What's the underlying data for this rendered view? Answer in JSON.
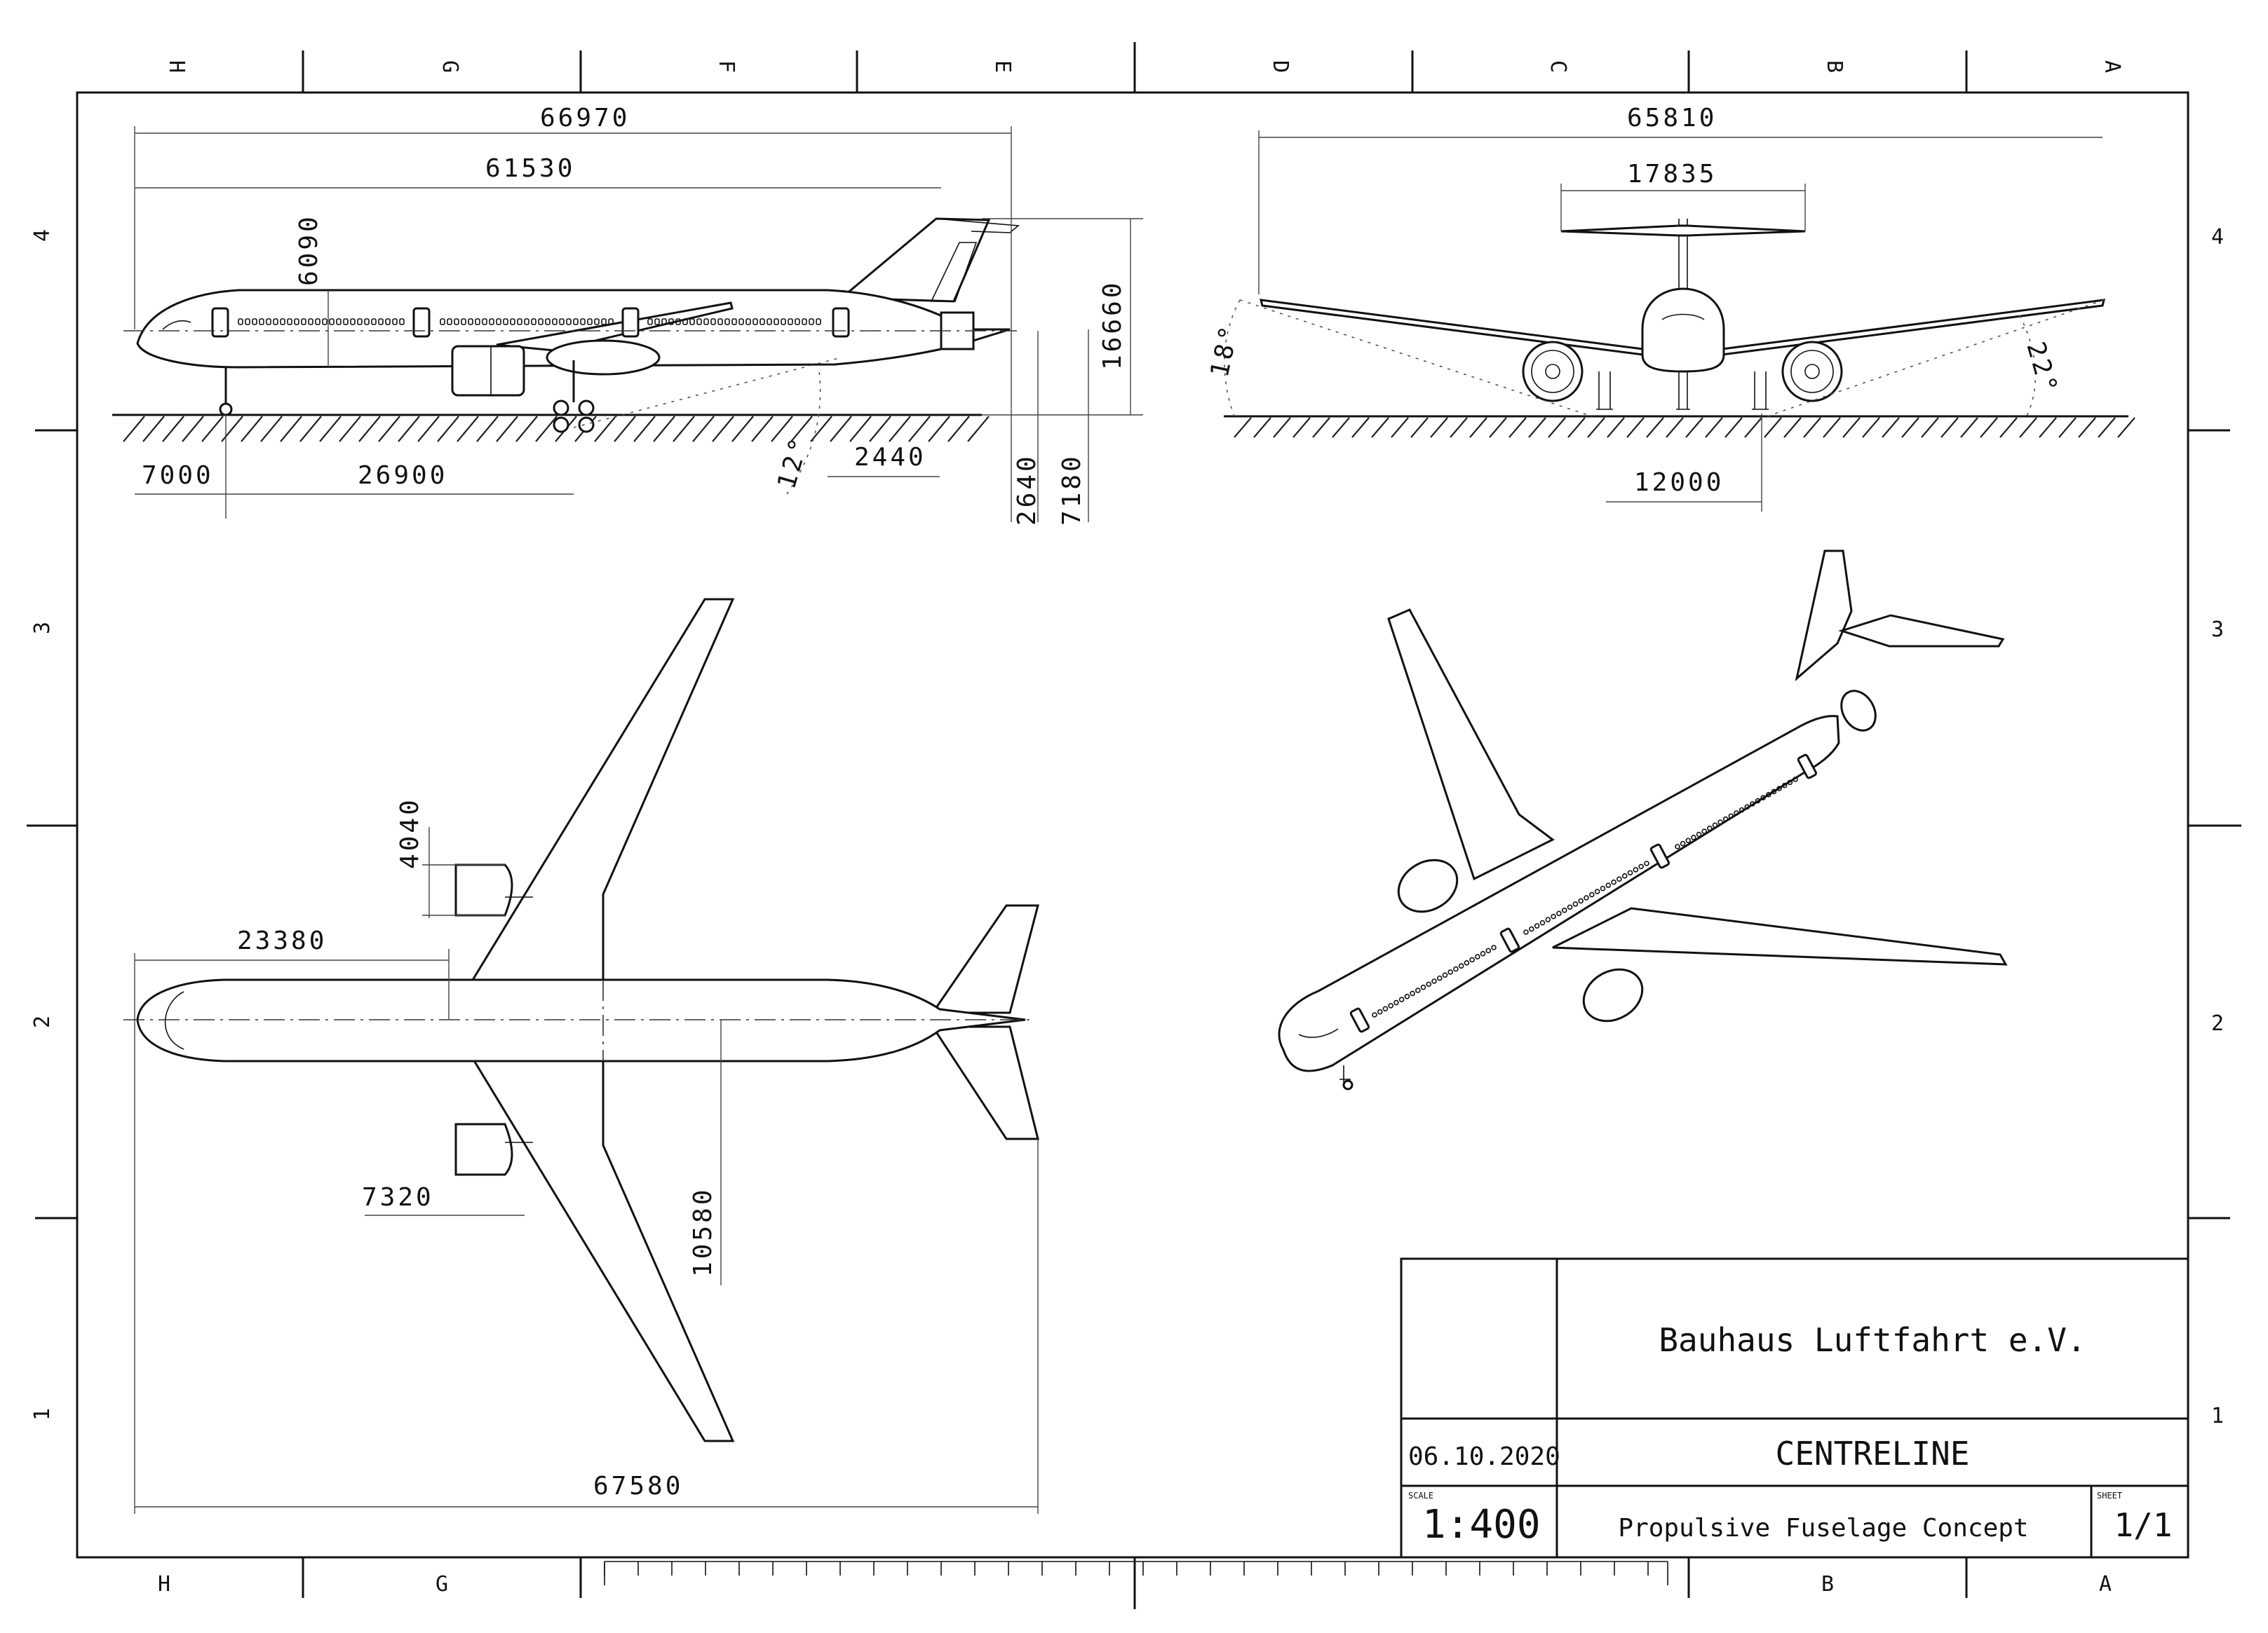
{
  "border_letters": [
    "H",
    "G",
    "F",
    "E",
    "D",
    "C",
    "B",
    "A"
  ],
  "border_numbers": [
    "4",
    "3",
    "2",
    "1"
  ],
  "bottom_letters": [
    "H",
    "G",
    "B",
    "A"
  ],
  "side_view": {
    "overall_length": "66970",
    "fuselage_length": "61530",
    "fuselage_height": "6090",
    "total_height": "16660",
    "nose_gear_position": "7000",
    "gear_base": "26900",
    "rotation_angle": "12°",
    "tail_gear_clearance": "2440",
    "tail_clearance": "2640",
    "tail_height": "7180"
  },
  "front_view": {
    "wingspan": "65810",
    "htp_span": "17835",
    "dihedral_left": "18°",
    "dihedral_right": "22°",
    "track": "12000"
  },
  "top_view": {
    "engine_offset": "4040",
    "nose_to_wing": "23380",
    "engine_position": "7320",
    "fuselage_to_tail": "10580",
    "overall_length": "67580"
  },
  "title_block": {
    "organisation": "Bauhaus Luftfahrt e.V.",
    "date": "06.10.2020",
    "project": "CENTRELINE",
    "scale_label": "SCALE",
    "scale": "1:400",
    "title": "Propulsive Fuselage Concept",
    "sheet_label": "SHEET",
    "sheet": "1/1"
  }
}
